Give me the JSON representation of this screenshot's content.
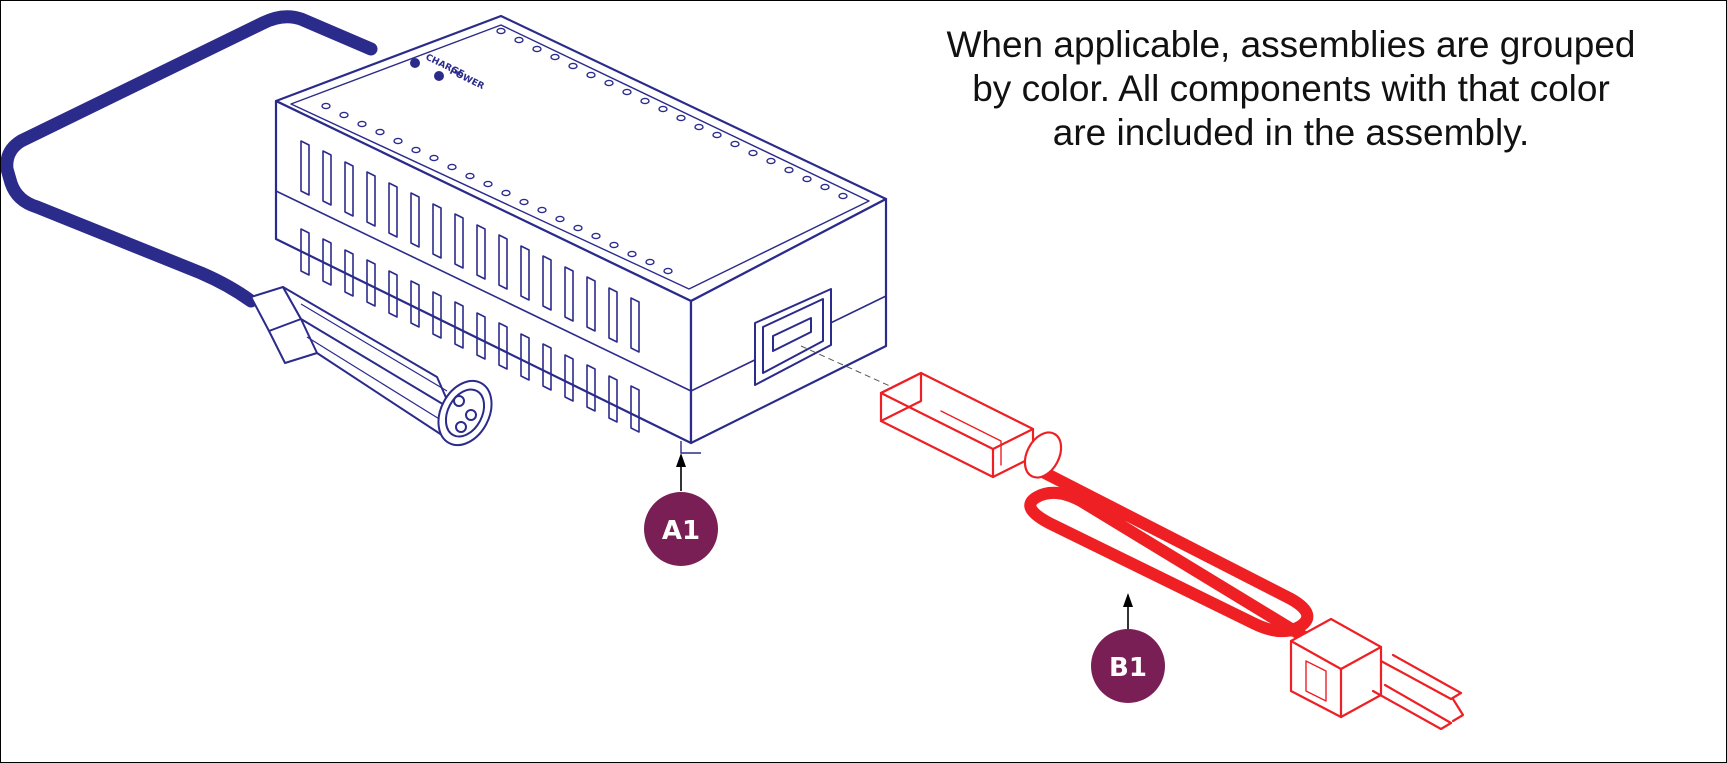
{
  "note": {
    "lines": [
      "When applicable, assemblies are grouped",
      "by color. All components with that color",
      "are included in the assembly."
    ]
  },
  "charger": {
    "indicator_labels": [
      "CHARGE",
      "POWER"
    ]
  },
  "callouts": {
    "a1": "A1",
    "b1": "B1"
  },
  "colors": {
    "charger_assembly": "#2b2b8c",
    "power_cord_assembly": "#ee2024",
    "callout_badge": "#7a1f55"
  }
}
